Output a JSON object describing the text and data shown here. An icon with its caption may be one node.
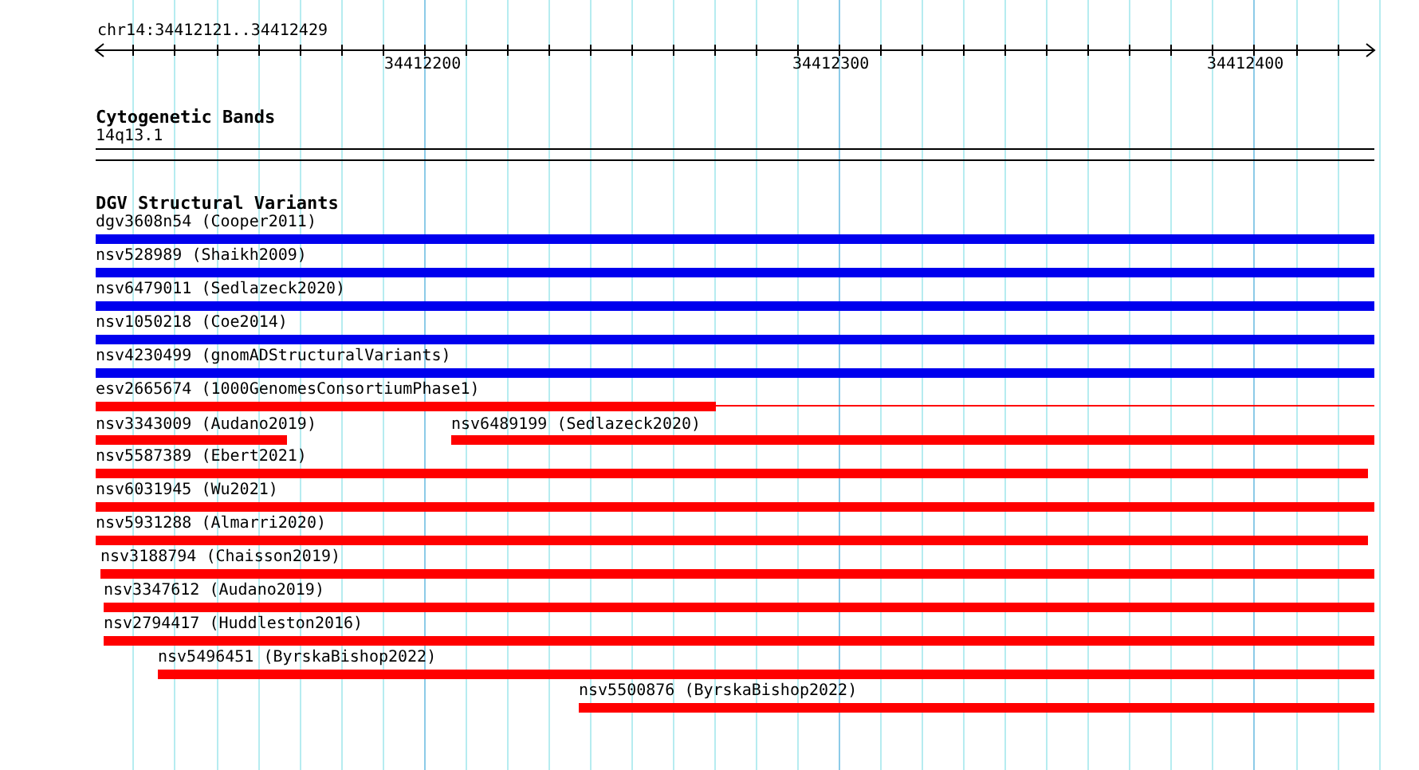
{
  "diagram": {
    "nodes": [
      {
        "text": [
          "dgv3608n54 (Cooper2011)"
        ]
      },
      {
        "text": [
          "nsv528989 (Shaikh2009)"
        ]
      },
      {
        "text": [
          "nsv6479011 (Sedlazeck2020)"
        ]
      },
      {
        "text": [
          "nsv1050218 (Coe2014)"
        ]
      },
      {
        "text": [
          "nsv4230499 (gnomADStructuralVariants)"
        ]
      },
      {
        "text": [
          "esv2665674 (1000GenomesConsortiumPhase1)"
        ]
      },
      {
        "text": [
          "nsv3343009 (Audano2019)"
        ]
      },
      {
        "text": [
          "nsv6489199 (Sedlazeck2020)"
        ]
      },
      {
        "text": [
          "nsv5587389 (Ebert2021)"
        ]
      },
      {
        "text": [
          "nsv6031945 (Wu2021)"
        ]
      },
      {
        "text": [
          "nsv5931288 (Almarri2020)"
        ]
      },
      {
        "text": [
          "nsv3188794 (Chaisson2019)"
        ]
      },
      {
        "text": [
          "nsv3347612 (Audano2019)"
        ]
      },
      {
        "text": [
          "nsv2794417 (Huddleston2016)"
        ]
      },
      {
        "text": [
          "nsv5496451 (ByrskaBishop2022)"
        ]
      },
      {
        "text": [
          "nsv5500876 (ByrskaBishop2022)"
        ]
      }
    ],
    "labels": [
      "chr14:34412121..34412429",
      "34412200",
      "34412300",
      "34412400",
      "Cytogenetic Bands",
      "14q13.1",
      "DGV Structural Variants"
    ]
  }
}
